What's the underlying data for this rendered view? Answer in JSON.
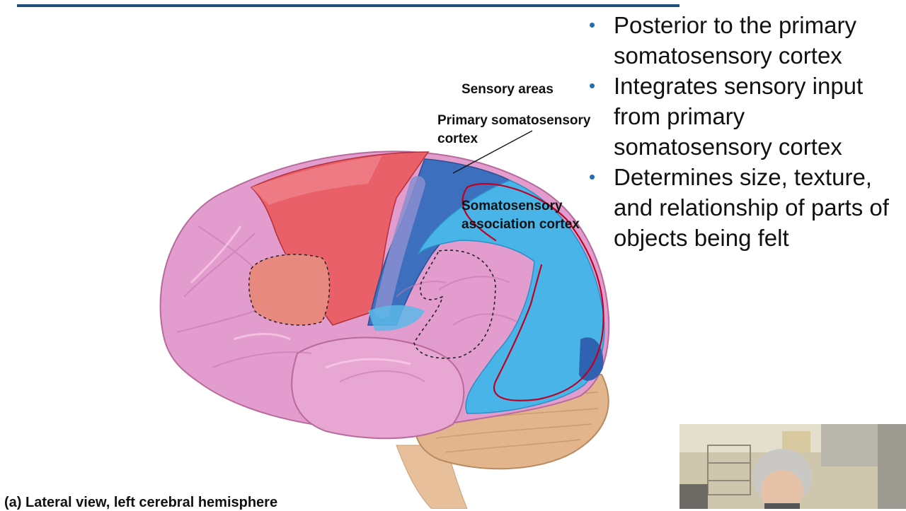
{
  "slide": {
    "title_fragment": "",
    "sensory_areas_label": "Sensory areas",
    "primary_label": "Primary somatosensory cortex",
    "association_label": "Somatosensory association cortex",
    "caption": "(a) Lateral view, left cerebral hemisphere",
    "bullets": [
      "Posterior to the primary somatosensory cortex",
      "Integrates sensory input from primary somatosensory cortex",
      "Determines size, texture, and relationship of parts of objects being felt"
    ]
  },
  "colors": {
    "accent": "#1f4e79",
    "bullet": "#1f6fb5",
    "brain_pink": "#d98bc0",
    "motor_red": "#e0505a",
    "primary_blue": "#5a6fb8",
    "assoc_blue": "#49b5e8",
    "annotation_red": "#c00020"
  },
  "icons": {
    "bullet": "bullet-dot-icon",
    "webcam": "presenter-webcam"
  }
}
